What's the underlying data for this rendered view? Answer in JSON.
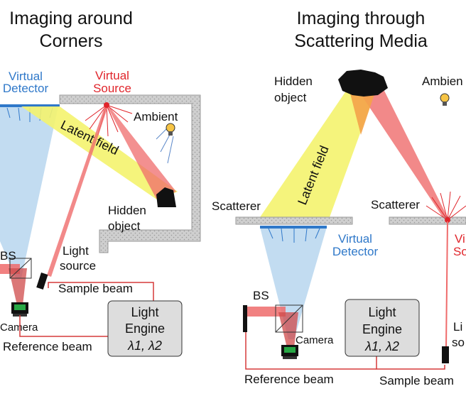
{
  "colors": {
    "virtual_detector": "#2f78c9",
    "virtual_source": "#e0252b",
    "latent_field": "#f4f36e",
    "detector_cone": "#b7d6ee",
    "wall_gray": "#bdbdbd",
    "engine_fill": "#dddddd"
  },
  "left_panel": {
    "title_line1": "Imaging around",
    "title_line2": "Corners",
    "virtual_detector_line1": "Virtual",
    "virtual_detector_line2": "Detector",
    "virtual_source_line1": "Virtual",
    "virtual_source_line2": "Source",
    "ambient": "Ambient",
    "latent_field": "Latent field",
    "hidden_object_line1": "Hidden",
    "hidden_object_line2": "object",
    "bs": "BS",
    "light_source_line1": "Light",
    "light_source_line2": "source",
    "sample_beam": "Sample beam",
    "camera": "Camera",
    "light_engine_line1": "Light",
    "light_engine_line2": "Engine",
    "wavelengths": "λ1, λ2",
    "reference_beam": "Reference beam"
  },
  "right_panel": {
    "title_line1": "Imaging through",
    "title_line2": "Scattering Media",
    "hidden_object_line1": "Hidden",
    "hidden_object_line2": "object",
    "ambient": "Ambien",
    "latent_field": "Latent field",
    "scatterer_left": "Scatterer",
    "scatterer_right": "Scatterer",
    "virtual_detector_line1": "Virtual",
    "virtual_detector_line2": "Detector",
    "virtual_source_line1": "Vi",
    "virtual_source_line2": "So",
    "bs": "BS",
    "camera": "Camera",
    "light_engine_line1": "Light",
    "light_engine_line2": "Engine",
    "wavelengths": "λ1, λ2",
    "light_source_line1": "Li",
    "light_source_line2": "so",
    "reference_beam": "Reference beam",
    "sample_beam": "Sample beam"
  }
}
